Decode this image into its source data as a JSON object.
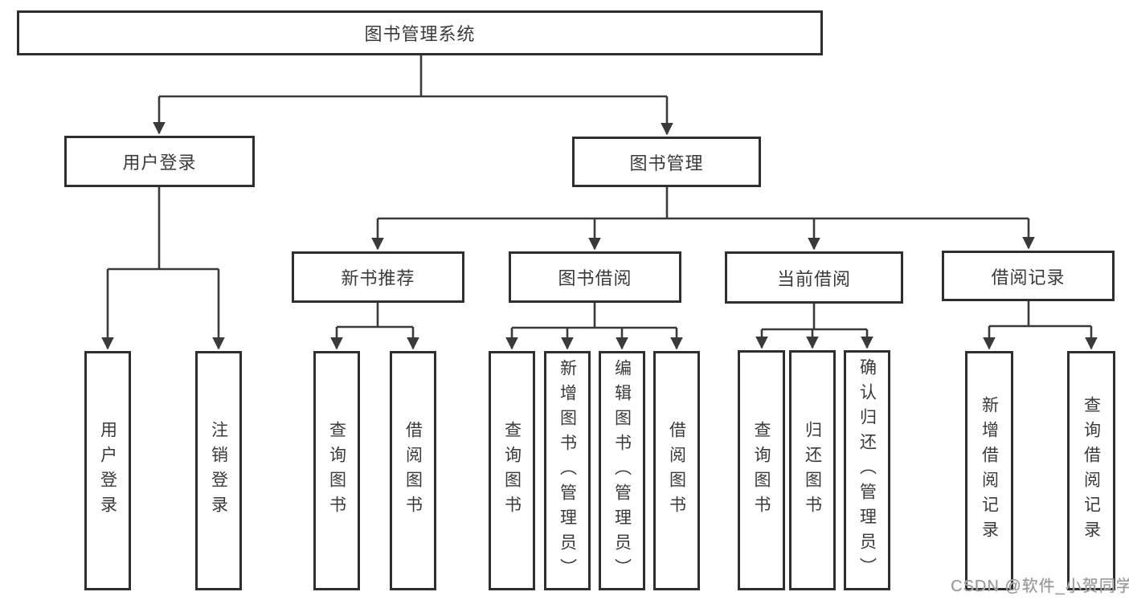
{
  "colors": {
    "line": "#3a3a3a",
    "box_border": "#2f2f2f",
    "box_fill": "#ffffff",
    "text": "#3a3a3a",
    "watermark_gray": "#9a9a9a",
    "background": "#ffffff"
  },
  "watermark": {
    "text": "CSDN @软件_小贺同学"
  },
  "tree": {
    "label": "图书管理系统",
    "children": [
      {
        "label": "用户登录",
        "children": [
          {
            "label": "用户登录"
          },
          {
            "label": "注销登录"
          }
        ]
      },
      {
        "label": "图书管理",
        "children": [
          {
            "label": "新书推荐",
            "children": [
              {
                "label": "查询图书"
              },
              {
                "label": "借阅图书"
              }
            ]
          },
          {
            "label": "图书借阅",
            "children": [
              {
                "label": "查询图书"
              },
              {
                "label": "新增图书（管理员）"
              },
              {
                "label": "编辑图书（管理员）"
              },
              {
                "label": "借阅图书"
              }
            ]
          },
          {
            "label": "当前借阅",
            "children": [
              {
                "label": "查询图书"
              },
              {
                "label": "归还图书"
              },
              {
                "label": "确认归还（管理员）"
              }
            ]
          },
          {
            "label": "借阅记录",
            "children": [
              {
                "label": "新增借阅记录"
              },
              {
                "label": "查询借阅记录"
              }
            ]
          }
        ]
      }
    ]
  }
}
